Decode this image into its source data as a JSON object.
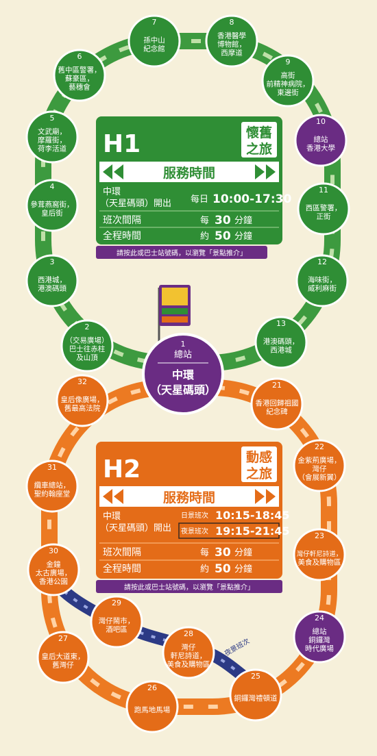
{
  "colors": {
    "background": "#f6f0da",
    "green_route": "#3d9a3f",
    "green_stop": "#2f8e35",
    "green_dark": "#1f6f2b",
    "orange_route": "#ec7a22",
    "orange_stop": "#e46c18",
    "purple_stop": "#6a2c83",
    "navy_night": "#2c3a85"
  },
  "h1": {
    "code": "H1",
    "theme_line1": "懷舊",
    "theme_line2": "之旅",
    "service_title": "服務時間",
    "depart_line1": "中環",
    "depart_line2": "（天星碼頭）開出",
    "depart_prefix": "每日",
    "depart_time": "10:00-17:30",
    "interval_label": "班次間隔",
    "interval_prefix": "每",
    "interval_value": "30",
    "interval_unit": "分鐘",
    "duration_label": "全程時間",
    "duration_prefix": "約",
    "duration_value": "50",
    "duration_unit": "分鐘",
    "note": "請按此或巴士站號碼，以瀏覽「景點推介」"
  },
  "h2": {
    "code": "H2",
    "theme_line1": "動感",
    "theme_line2": "之旅",
    "service_title": "服務時間",
    "depart_line1": "中環",
    "depart_line2": "（天星碼頭）開出",
    "day_label": "日景班次",
    "day_time": "10:15-18:45",
    "night_label": "夜景班次",
    "night_time": "19:15-21:45",
    "interval_label": "班次間隔",
    "interval_prefix": "每",
    "interval_value": "30",
    "interval_unit": "分鐘",
    "duration_label": "全程時間",
    "duration_prefix": "約",
    "duration_value": "50",
    "duration_unit": "分鐘",
    "note": "請按此或巴士站號碼，以瀏覽「景點推介」",
    "night_route_label": "夜景班次"
  },
  "hub": {
    "number": "1",
    "terminus": "總站",
    "name_line1": "中環",
    "name_line2": "（天星碼頭）"
  },
  "h1_stops": [
    {
      "number": "2",
      "lines": [
        "（交易廣場）",
        "巴士往赤柱",
        "及山頂"
      ],
      "type": "green"
    },
    {
      "number": "3",
      "lines": [
        "西港城，",
        "港澳碼頭"
      ],
      "type": "green"
    },
    {
      "number": "4",
      "lines": [
        "參茸燕窩街，",
        "皇后街"
      ],
      "type": "green"
    },
    {
      "number": "5",
      "lines": [
        "文武廟，",
        "摩羅街，",
        "荷李活道"
      ],
      "type": "green"
    },
    {
      "number": "6",
      "lines": [
        "舊中區警署，",
        "蘇豪區，",
        "藝穗會"
      ],
      "type": "green"
    },
    {
      "number": "7",
      "lines": [
        "孫中山",
        "紀念館"
      ],
      "type": "green"
    },
    {
      "number": "8",
      "lines": [
        "香港醫學",
        "博物館，",
        "西摩道"
      ],
      "type": "green"
    },
    {
      "number": "9",
      "lines": [
        "高街",
        "前精神病院，",
        "東邊街"
      ],
      "type": "green"
    },
    {
      "number": "10",
      "lines": [
        "總站",
        "香港大學"
      ],
      "type": "purple"
    },
    {
      "number": "11",
      "lines": [
        "西區警署，",
        "正街"
      ],
      "type": "green"
    },
    {
      "number": "12",
      "lines": [
        "海味街，",
        "威利麻街"
      ],
      "type": "green"
    },
    {
      "number": "13",
      "lines": [
        "港澳碼頭，",
        "西港城"
      ],
      "type": "green"
    }
  ],
  "h2_stops": [
    {
      "number": "21",
      "lines": [
        "香港回歸祖國",
        "紀念碑"
      ],
      "type": "orange"
    },
    {
      "number": "22",
      "lines": [
        "金紫荊廣場，",
        "灣仔",
        "（會展新翼）"
      ],
      "type": "orange"
    },
    {
      "number": "23",
      "lines": [
        "灣仔軒尼詩道，",
        "美食及購物區"
      ],
      "type": "orange"
    },
    {
      "number": "24",
      "lines": [
        "總站",
        "銅鑼灣",
        "時代廣場"
      ],
      "type": "purple"
    },
    {
      "number": "25",
      "lines": [
        "銅鑼灣禮頓道"
      ],
      "type": "orange"
    },
    {
      "number": "26",
      "lines": [
        "跑馬地馬場"
      ],
      "type": "orange"
    },
    {
      "number": "27",
      "lines": [
        "皇后大道東，",
        "舊灣仔"
      ],
      "type": "orange"
    },
    {
      "number": "28",
      "lines": [
        "灣仔",
        "軒尼詩道，",
        "美食及購物區"
      ],
      "type": "orange"
    },
    {
      "number": "29",
      "lines": [
        "灣仔鬧市，",
        "酒吧區"
      ],
      "type": "orange"
    },
    {
      "number": "30",
      "lines": [
        "金鐘",
        "太古廣場，",
        "香港公園"
      ],
      "type": "orange"
    },
    {
      "number": "31",
      "lines": [
        "纜車總站，",
        "聖約翰座堂"
      ],
      "type": "orange"
    },
    {
      "number": "32",
      "lines": [
        "皇后像廣場，",
        "舊最高法院"
      ],
      "type": "orange"
    }
  ]
}
